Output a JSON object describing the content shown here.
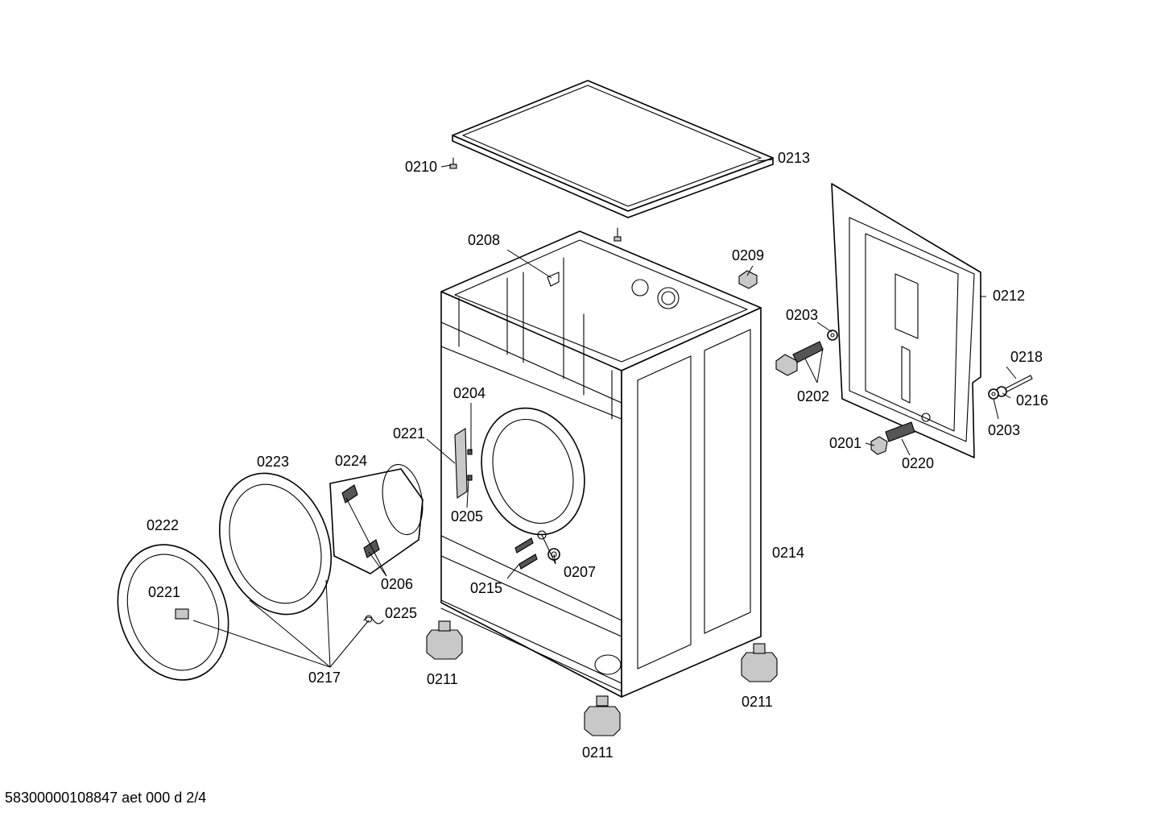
{
  "diagram": {
    "footer_text": "58300000108847 aet 000 d 2/4",
    "parts": {
      "p0201": "0201",
      "p0202": "0202",
      "p0203_a": "0203",
      "p0203_b": "0203",
      "p0204": "0204",
      "p0205": "0205",
      "p0206": "0206",
      "p0207": "0207",
      "p0208": "0208",
      "p0209": "0209",
      "p0210": "0210",
      "p0211_a": "0211",
      "p0211_b": "0211",
      "p0211_c": "0211",
      "p0212": "0212",
      "p0213": "0213",
      "p0214": "0214",
      "p0215": "0215",
      "p0216": "0216",
      "p0217": "0217",
      "p0218": "0218",
      "p0220": "0220",
      "p0221_a": "0221",
      "p0221_b": "0221",
      "p0222": "0222",
      "p0223": "0223",
      "p0224": "0224",
      "p0225": "0225"
    },
    "line_color": "#000000",
    "background": "#ffffff"
  }
}
